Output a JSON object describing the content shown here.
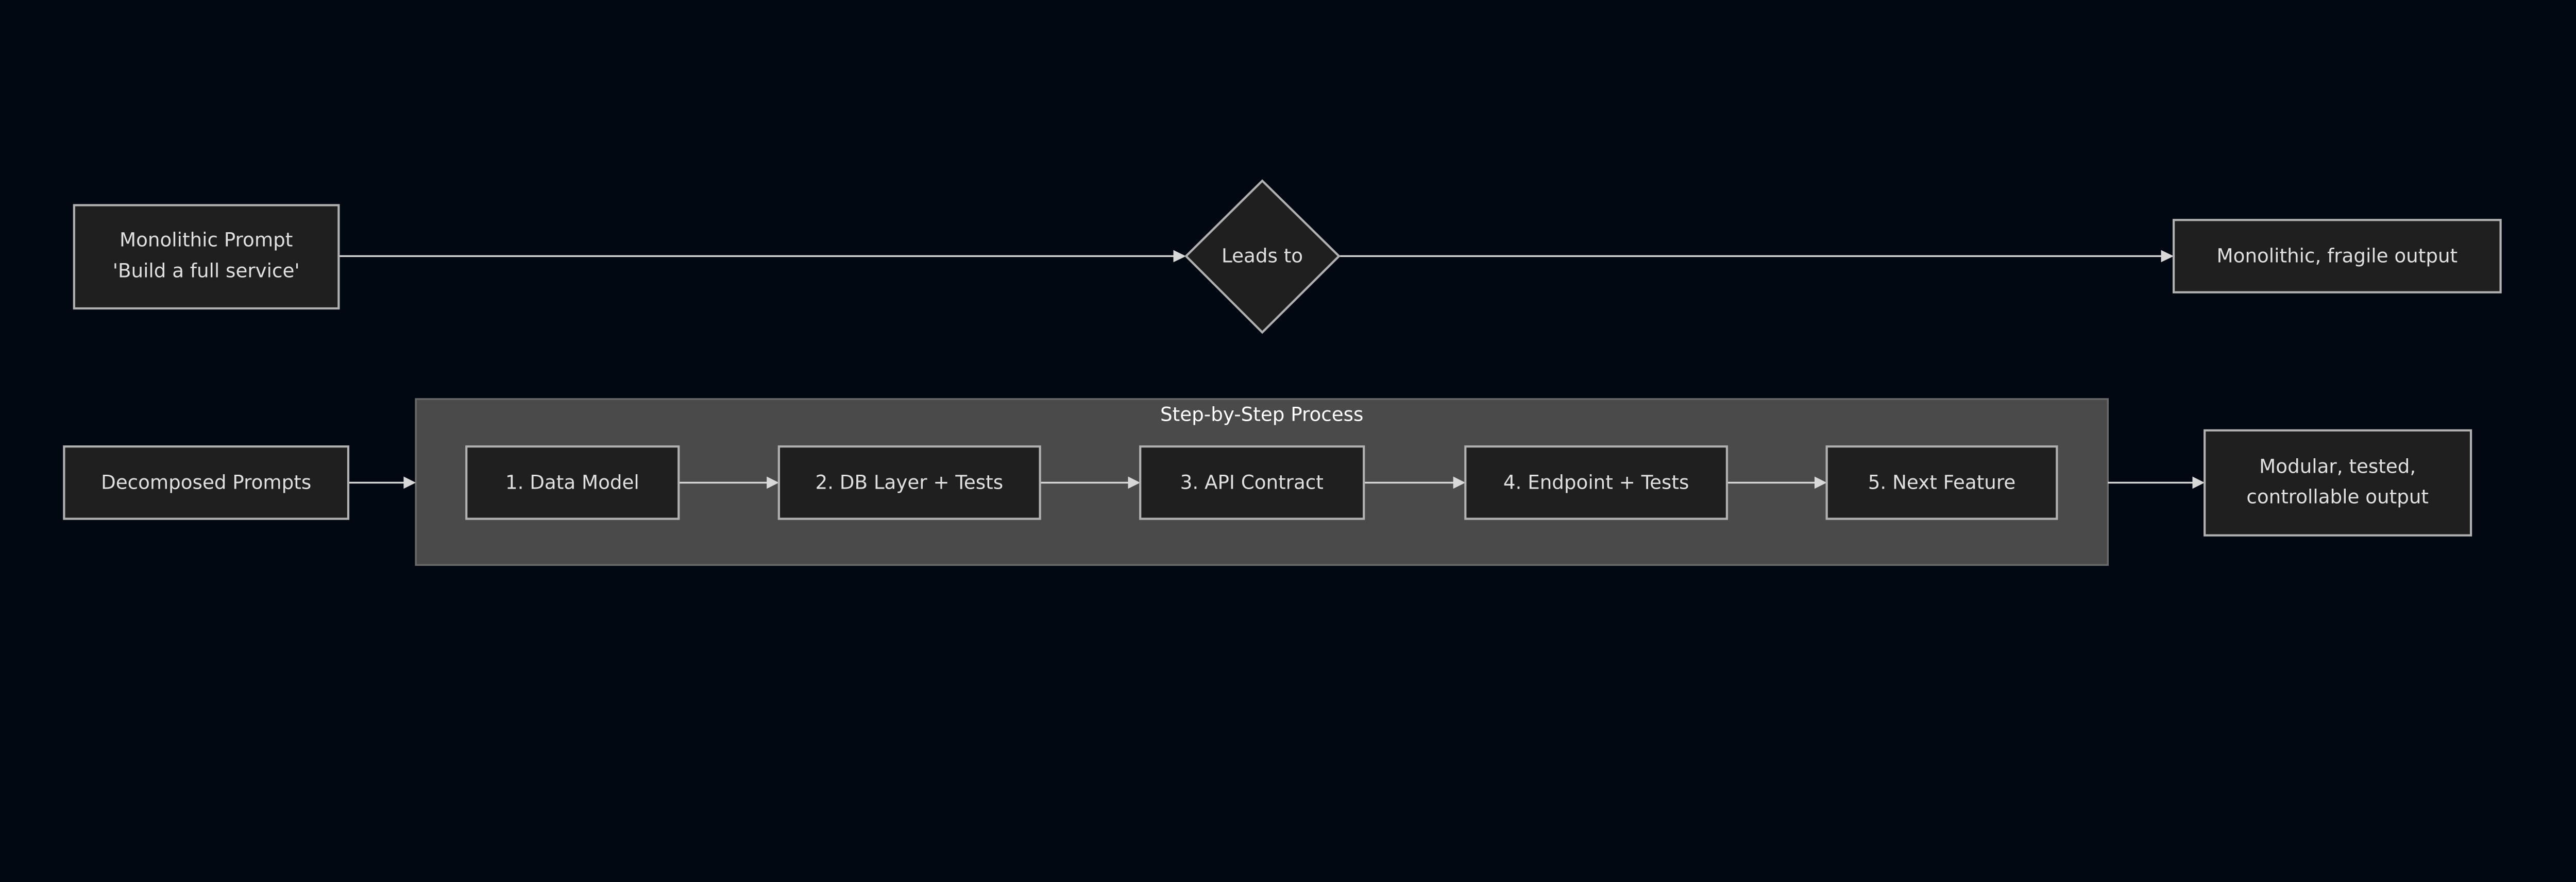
{
  "colors": {
    "background": "#020812",
    "node_fill": "#1f1f1f",
    "node_border": "#b0b0b0",
    "cluster_fill": "#4a4a4a",
    "text": "#e0e0e0",
    "edge": "#d8d8d8"
  },
  "top_flow": {
    "start": {
      "line1": "Monolithic Prompt",
      "line2": "'Build a full service'"
    },
    "decision": "Leads to",
    "result": "Monolithic, fragile output"
  },
  "bottom_flow": {
    "start": "Decomposed Prompts",
    "cluster_title": "Step-by-Step Process",
    "steps": [
      "1. Data Model",
      "2. DB Layer + Tests",
      "3. API Contract",
      "4. Endpoint + Tests",
      "5. Next Feature"
    ],
    "result": {
      "line1": "Modular, tested,",
      "line2": "controllable output"
    }
  }
}
